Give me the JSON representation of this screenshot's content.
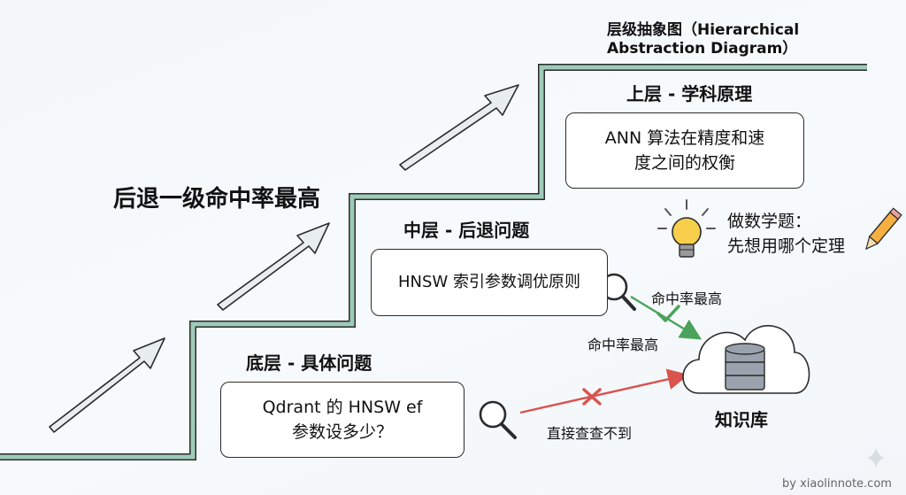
{
  "title": "层级抽象图（Hierarchical\nAbstraction Diagram）",
  "big_caption": "后退一级命中率最高",
  "levels": {
    "top": {
      "heading": "上层 - 学科原理",
      "box": "ANN 算法在精度和速\n度之间的权衡"
    },
    "middle": {
      "heading": "中层 - 后退问题",
      "box": "HNSW 索引参数调优原则"
    },
    "bottom": {
      "heading": "底层 - 具体问题",
      "box": "Qdrant 的 HNSW ef\n参数设多少？"
    }
  },
  "tip": "做数学题：\n先想用哪个定理",
  "edges": {
    "hit_rate_1": "命中率最高",
    "hit_rate_2": "命中率最高",
    "miss": "直接查查不到"
  },
  "knowledge_base": "知识库",
  "footer": "by xiaolinnote.com",
  "colors": {
    "stair": "#9fcbb9",
    "arrow": "#e8eef0",
    "success": "#4aa35a",
    "fail": "#d9534f"
  }
}
